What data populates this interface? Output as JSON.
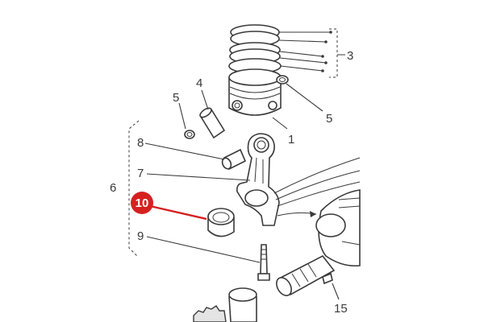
{
  "labels": {
    "piston": "1",
    "rings": "3",
    "pin": "4",
    "clip_left": "5",
    "clip_right": "5",
    "rod_assembly": "6",
    "rod": "7",
    "small_end_bush": "8",
    "bolt": "9",
    "bearing": "10",
    "key": "15"
  },
  "colors": {
    "line": "#3a3a3a",
    "highlight": "#d62020",
    "background": "#ffffff"
  }
}
